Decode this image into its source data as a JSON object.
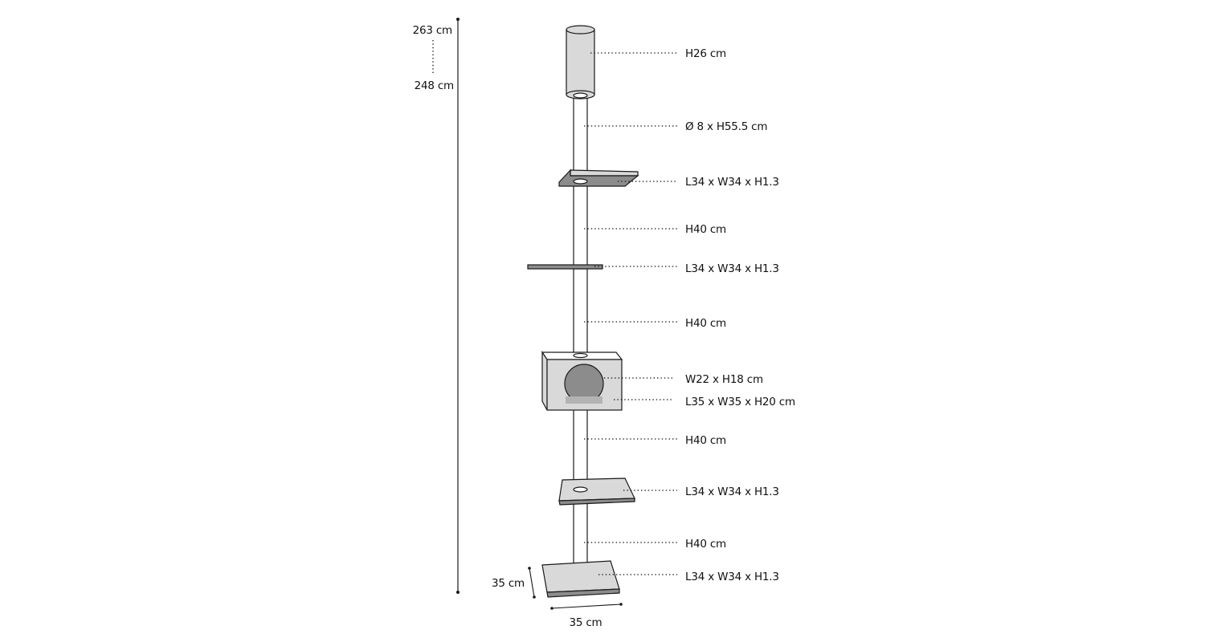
{
  "colors": {
    "outline": "#1a1a1a",
    "light_gray": "#d9d9d9",
    "mid_gray": "#b3b3b3",
    "dark_gray": "#8c8c8c",
    "post": "#ffffff"
  },
  "height_dimension": {
    "max": "263 cm",
    "min": "248 cm"
  },
  "base_dimension": {
    "depth": "35 cm",
    "width": "35 cm"
  },
  "labels": {
    "top_cylinder": "H26 cm",
    "top_post": "Ø 8 x H55.5 cm",
    "platform_1": "L34 x W34 x H1.3",
    "post_2": "H40 cm",
    "platform_2": "L34 x W34 x H1.3",
    "post_3": "H40 cm",
    "cave_opening": "W22 x H18 cm",
    "cave_box": "L35 x W35 x H20 cm",
    "post_4": "H40 cm",
    "platform_3": "L34 x W34 x H1.3",
    "post_5": "H40 cm",
    "base_plate": "L34 x W34 x H1.3"
  }
}
